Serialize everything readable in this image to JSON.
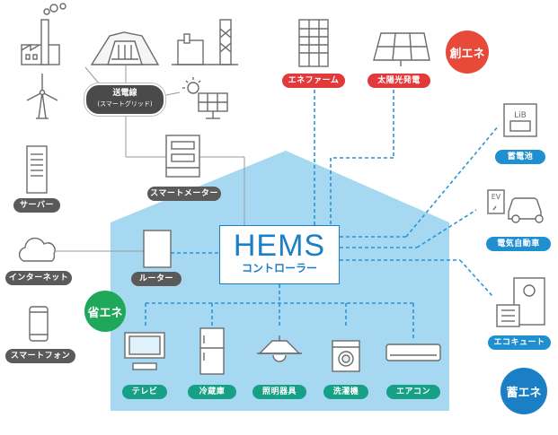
{
  "grid": {
    "label": "送電線",
    "sublabel": "(スマートグリッド)"
  },
  "devices": {
    "smart_meter": "スマートメーター",
    "server": "サーバー",
    "internet": "インターネット",
    "router": "ルーター",
    "smartphone": "スマートフォン",
    "energy_farm": "エネファーム",
    "solar": "太陽光発電",
    "battery": "蓄電池",
    "ev": "電気自動車",
    "ecocute": "エコキュート",
    "tv": "テレビ",
    "fridge": "冷蔵庫",
    "lighting": "照明器具",
    "washer": "洗濯機",
    "aircon": "エアコン"
  },
  "controller": {
    "title": "HEMS",
    "subtitle": "コントローラー"
  },
  "badges": {
    "create": "創エネ",
    "save": "省エネ",
    "store": "蓄エネ"
  },
  "icon_text": {
    "lib": "LiB",
    "ev": "EV"
  },
  "colors": {
    "house": "#a6d8f2",
    "line_blue": "#2a94d4",
    "label_gray": "#5a5a5a",
    "create_red": "#e23a3a",
    "save_green": "#16a085",
    "store_blue": "#1f8fd0"
  }
}
